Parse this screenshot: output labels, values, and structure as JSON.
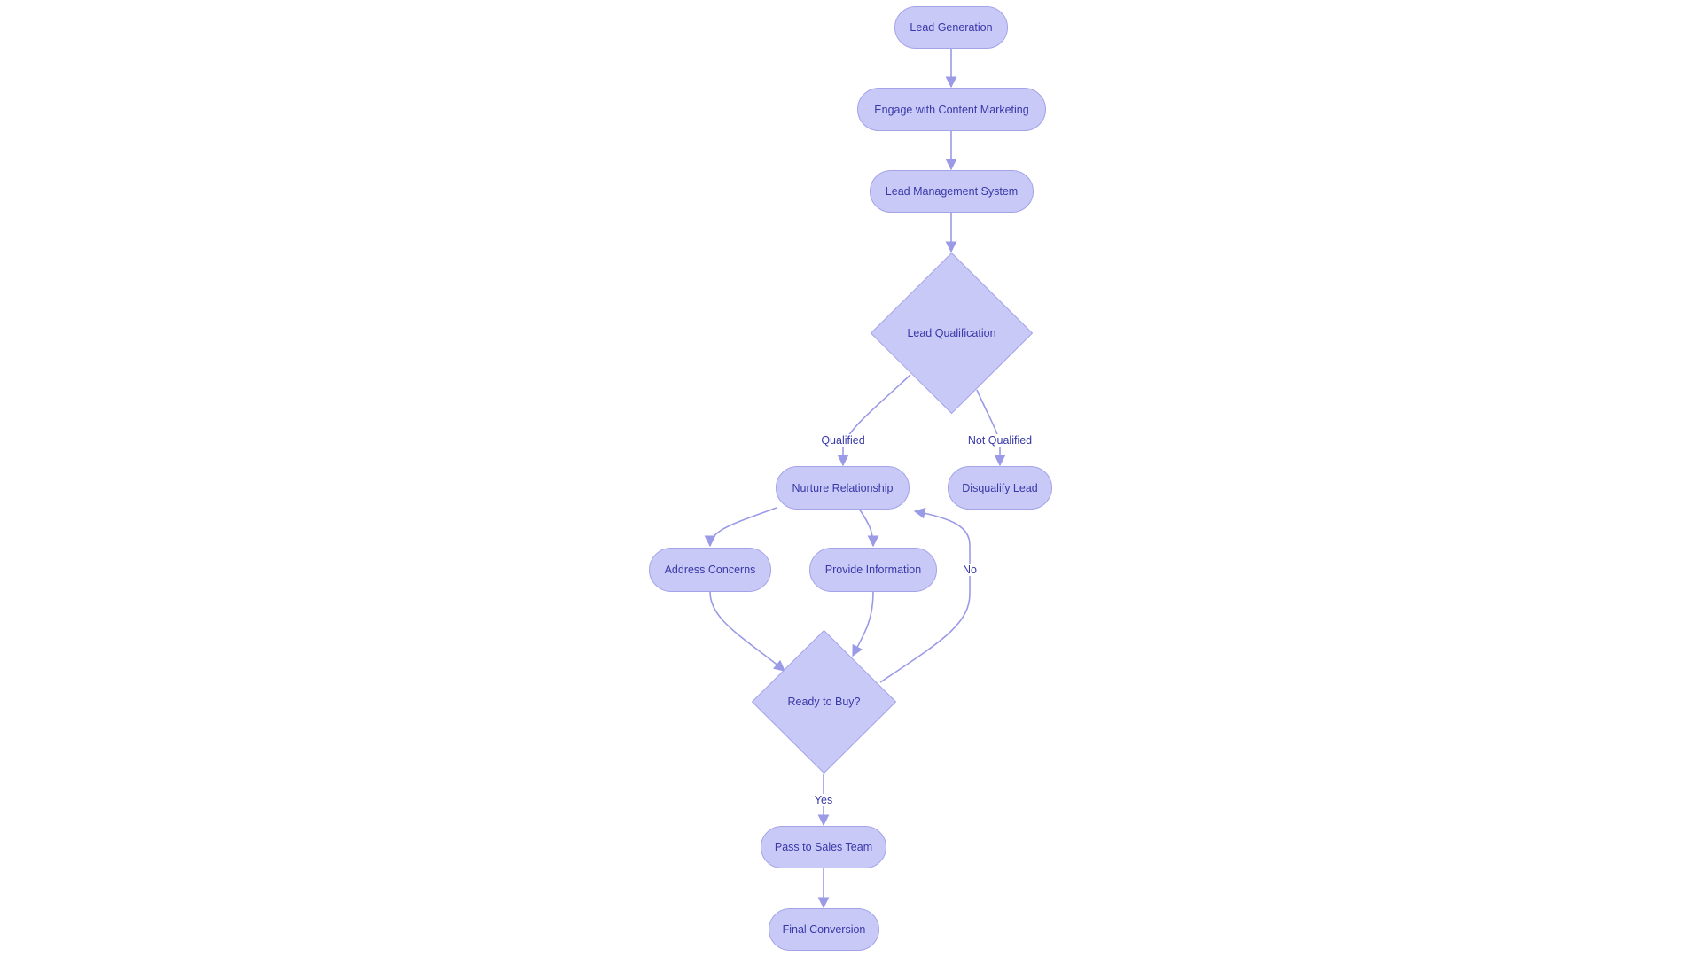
{
  "colors": {
    "node_fill": "#C9C9F8",
    "node_stroke": "#A3A3E8",
    "text": "#3838A8",
    "edge": "#9A9AE6",
    "background": "#FFFFFF"
  },
  "nodes": {
    "lead_generation": {
      "label": "Lead Generation",
      "shape": "stadium"
    },
    "engage_content": {
      "label": "Engage with Content Marketing",
      "shape": "stadium"
    },
    "lead_management": {
      "label": "Lead Management System",
      "shape": "stadium"
    },
    "lead_qualification": {
      "label": "Lead Qualification",
      "shape": "diamond"
    },
    "nurture": {
      "label": "Nurture Relationship",
      "shape": "stadium"
    },
    "disqualify": {
      "label": "Disqualify Lead",
      "shape": "stadium"
    },
    "address_concerns": {
      "label": "Address Concerns",
      "shape": "stadium"
    },
    "provide_information": {
      "label": "Provide Information",
      "shape": "stadium"
    },
    "ready_to_buy": {
      "label": "Ready to Buy?",
      "shape": "diamond"
    },
    "pass_to_sales": {
      "label": "Pass to Sales Team",
      "shape": "stadium"
    },
    "final_conversion": {
      "label": "Final Conversion",
      "shape": "stadium"
    }
  },
  "edges": [
    {
      "from": "Lead Generation",
      "to": "Engage with Content Marketing",
      "label": ""
    },
    {
      "from": "Engage with Content Marketing",
      "to": "Lead Management System",
      "label": ""
    },
    {
      "from": "Lead Management System",
      "to": "Lead Qualification",
      "label": ""
    },
    {
      "from": "Lead Qualification",
      "to": "Nurture Relationship",
      "label": "Qualified"
    },
    {
      "from": "Lead Qualification",
      "to": "Disqualify Lead",
      "label": "Not Qualified"
    },
    {
      "from": "Nurture Relationship",
      "to": "Address Concerns",
      "label": ""
    },
    {
      "from": "Nurture Relationship",
      "to": "Provide Information",
      "label": ""
    },
    {
      "from": "Address Concerns",
      "to": "Ready to Buy?",
      "label": ""
    },
    {
      "from": "Provide Information",
      "to": "Ready to Buy?",
      "label": ""
    },
    {
      "from": "Ready to Buy?",
      "to": "Nurture Relationship",
      "label": "No"
    },
    {
      "from": "Ready to Buy?",
      "to": "Pass to Sales Team",
      "label": "Yes"
    },
    {
      "from": "Pass to Sales Team",
      "to": "Final Conversion",
      "label": ""
    }
  ],
  "edge_labels": {
    "qualified": "Qualified",
    "not_qualified": "Not Qualified",
    "no": "No",
    "yes": "Yes"
  }
}
